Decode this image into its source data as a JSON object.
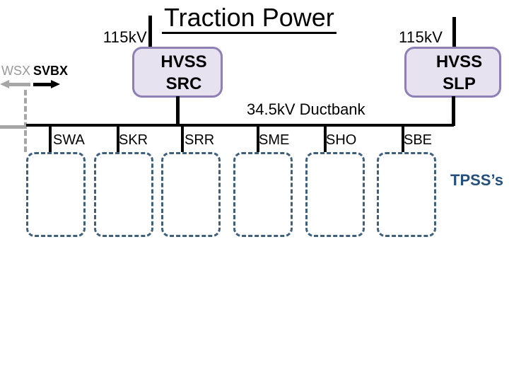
{
  "slide": {
    "title": "Traction Power",
    "ductbank_label": "34.5kV Ductbank",
    "tpss_label": "TPSS’s"
  },
  "feeders": {
    "left": {
      "voltage": "115kV",
      "line1": "HVSS",
      "line2": "SRC"
    },
    "right": {
      "voltage": "115kV",
      "line1": "HVSS",
      "line2": "SLP"
    }
  },
  "interchange": {
    "left_label": "WSX",
    "right_label": "SVBX",
    "left_arrow": "arrow-left-icon",
    "right_arrow": "arrow-right-icon"
  },
  "substations": [
    {
      "code": "SWA"
    },
    {
      "code": "SKR"
    },
    {
      "code": "SRR"
    },
    {
      "code": "SME"
    },
    {
      "code": "SHO"
    },
    {
      "code": "SBE"
    }
  ],
  "colors": {
    "hvss_fill": "#e7e2f0",
    "hvss_border": "#8e7fb4",
    "dashed_box_border": "#3f607c",
    "tpss_text": "#25507e",
    "gray": "#a6a6a6",
    "black": "#000000"
  }
}
